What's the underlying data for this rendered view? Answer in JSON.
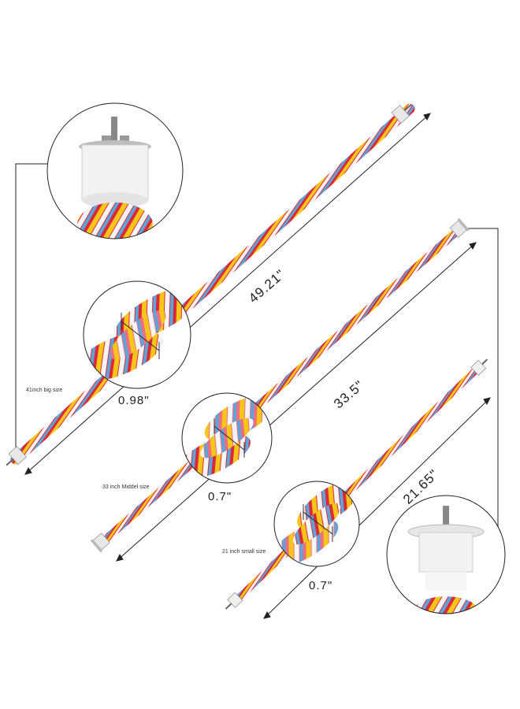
{
  "sizes": {
    "large": {
      "length": "49.21\"",
      "diameter": "0.98\"",
      "name": "41inch big size"
    },
    "medium": {
      "length": "33.5\"",
      "diameter": "0.7\"",
      "name": "33 inch Middel size"
    },
    "small": {
      "length": "21.65\"",
      "diameter": "0.7\"",
      "name": "21 inch small size"
    }
  },
  "colors": {
    "red": "#e0263a",
    "yellow": "#f5c518",
    "blue": "#5aa6d8",
    "white": "#f4f4f4",
    "pink": "#f06b86"
  }
}
